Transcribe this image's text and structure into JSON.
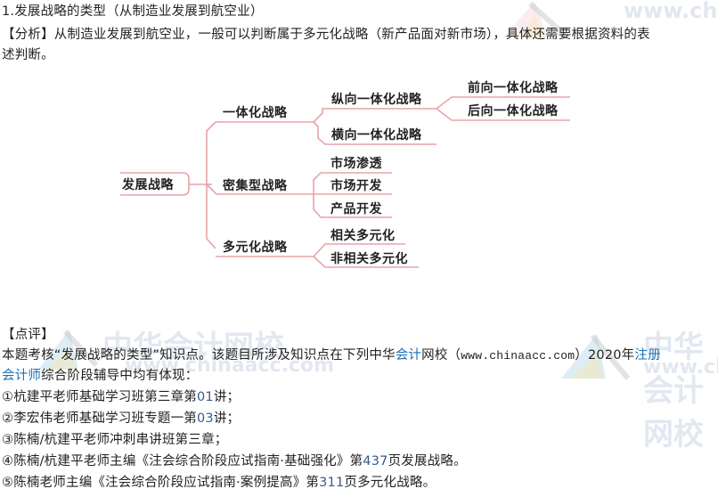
{
  "title_line": "1.发展战略的类型（从制造业发展到航空业）",
  "analysis": {
    "line1": "【分析】从制造业发展到航空业，一般可以判断属于多元化战略（新产品面对新市场），具体还需要根据资料的表",
    "line2": "述判断。"
  },
  "mindmap": {
    "root": "发展战略",
    "branches": [
      {
        "label": "一体化战略",
        "children": [
          {
            "label": "纵向一体化战略",
            "children": [
              "前向一体化战略",
              "后向一体化战略"
            ]
          },
          {
            "label": "横向一体化战略",
            "children": []
          }
        ]
      },
      {
        "label": "密集型战略",
        "children": [
          {
            "label": "市场渗透"
          },
          {
            "label": "市场开发"
          },
          {
            "label": "产品开发"
          }
        ]
      },
      {
        "label": "多元化战略",
        "children": [
          {
            "label": "相关多元化"
          },
          {
            "label": "非相关多元化"
          }
        ]
      }
    ],
    "line_color": "#e8a3a8"
  },
  "review": {
    "heading": "【点评】",
    "intro_a": "本题考核“发展战略的类型”知识点。该题目所涉及知识点在下列中华",
    "intro_link1": "会计",
    "intro_b": "网校（",
    "intro_url": "www.chinaacc.com",
    "intro_c": "）2020年",
    "intro_link2": "注册",
    "line2_link": "会计师",
    "line2_rest": "综合阶段辅导中均有体现：",
    "items": [
      {
        "pre": "①杭建平老师基础学习班第三章第",
        "num": "01",
        "post": "讲；"
      },
      {
        "pre": "②李宏伟老师基础学习班专题一第",
        "num": "03",
        "post": "讲；"
      },
      {
        "pre": "③陈楠/杭建平老师冲刺串讲班第三章；",
        "num": "",
        "post": ""
      },
      {
        "pre": "④陈楠/杭建平老师主编《注会综合阶段应试指南·基础强化》第",
        "num": "437",
        "post": "页发展战略。"
      },
      {
        "pre": "⑤陈楠老师主编《注会综合阶段应试指南·案例提高》第",
        "num": "311",
        "post": "页多元化战略。"
      }
    ]
  },
  "watermark": {
    "cn": "中华会计网校",
    "url": "www.chinaacc.com"
  }
}
